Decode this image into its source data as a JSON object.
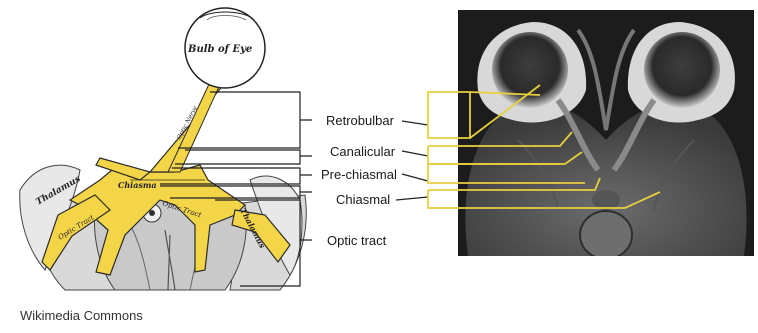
{
  "diagram": {
    "eye_label": "Bulb of Eye",
    "chiasma_label": "Chiasma",
    "nerve_label": "Optic Nerve",
    "tract_left_label": "Optic Tract",
    "tract_right_label": "Optic Tract",
    "thalamus_left_label": "Thalamus",
    "thalamus_right_label": "Thalamus",
    "segments": [
      {
        "label": "Retrobulbar"
      },
      {
        "label": "Canalicular"
      },
      {
        "label": "Pre-chiasmal"
      },
      {
        "label": "Chiasmal"
      },
      {
        "label": "Optic tract"
      }
    ]
  },
  "credit": "Wikimedia Commons",
  "colors": {
    "nerve_yellow": "#f4d548",
    "outline": "#2b2b2b",
    "mri_frame": "#e8cf3e",
    "bracket": "#222222"
  }
}
